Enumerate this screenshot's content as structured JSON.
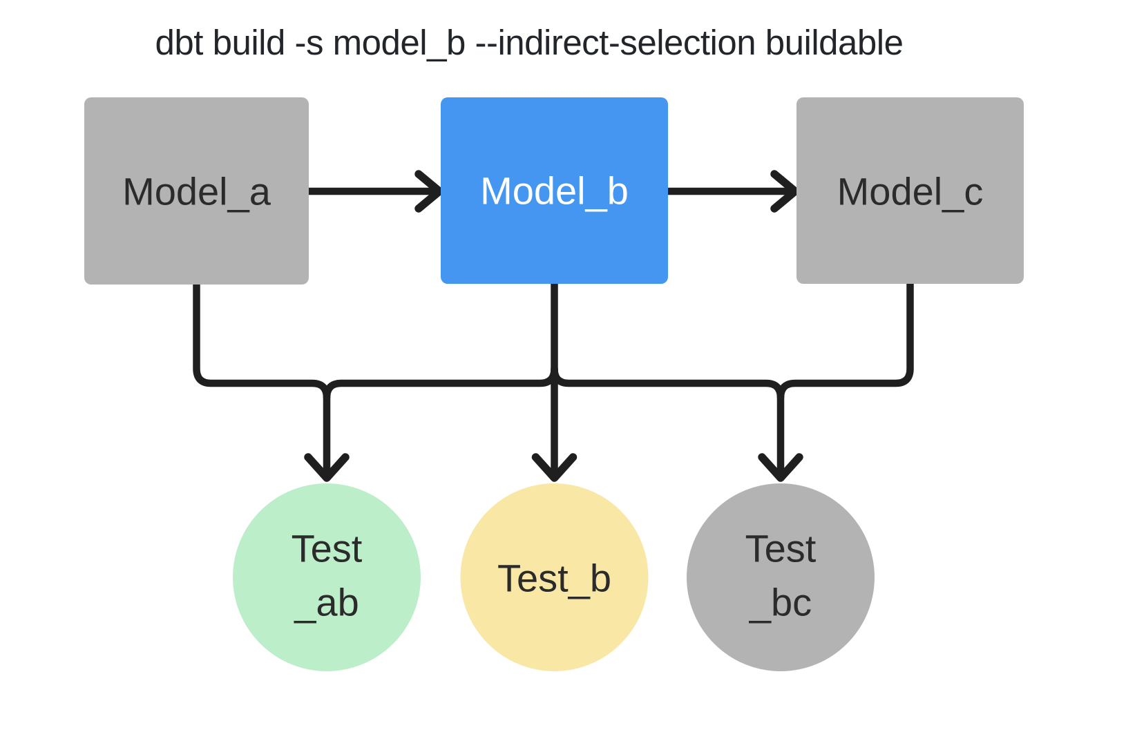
{
  "title": "dbt build -s model_b --indirect-selection buildable",
  "colors": {
    "background": "#ffffff",
    "gray_fill": "#b3b3b3",
    "blue_fill": "#4496f0",
    "green_fill": "#bceeca",
    "yellow_fill": "#f9e7a6",
    "connector": "#1f1f1f",
    "title_color": "#22262b",
    "label_dark": "#2b2b2b",
    "label_light": "#ffffff"
  },
  "nodes": {
    "model_a": {
      "label": "Model_a",
      "shape": "rect",
      "color": "gray"
    },
    "model_b": {
      "label": "Model_b",
      "shape": "rect",
      "color": "blue",
      "selected": true
    },
    "model_c": {
      "label": "Model_c",
      "shape": "rect",
      "color": "gray"
    },
    "test_ab": {
      "line1": "Test",
      "line2": "_ab",
      "shape": "circle",
      "color": "green"
    },
    "test_b": {
      "label": "Test_b",
      "shape": "circle",
      "color": "yellow"
    },
    "test_bc": {
      "line1": "Test",
      "line2": "_bc",
      "shape": "circle",
      "color": "gray"
    }
  },
  "edges": [
    {
      "from": "Model_a",
      "to": "Model_b"
    },
    {
      "from": "Model_b",
      "to": "Model_c"
    },
    {
      "from": "Model_a",
      "to": "Test_ab"
    },
    {
      "from": "Model_b",
      "to": "Test_ab"
    },
    {
      "from": "Model_b",
      "to": "Test_b"
    },
    {
      "from": "Model_b",
      "to": "Test_bc"
    },
    {
      "from": "Model_c",
      "to": "Test_bc"
    }
  ]
}
